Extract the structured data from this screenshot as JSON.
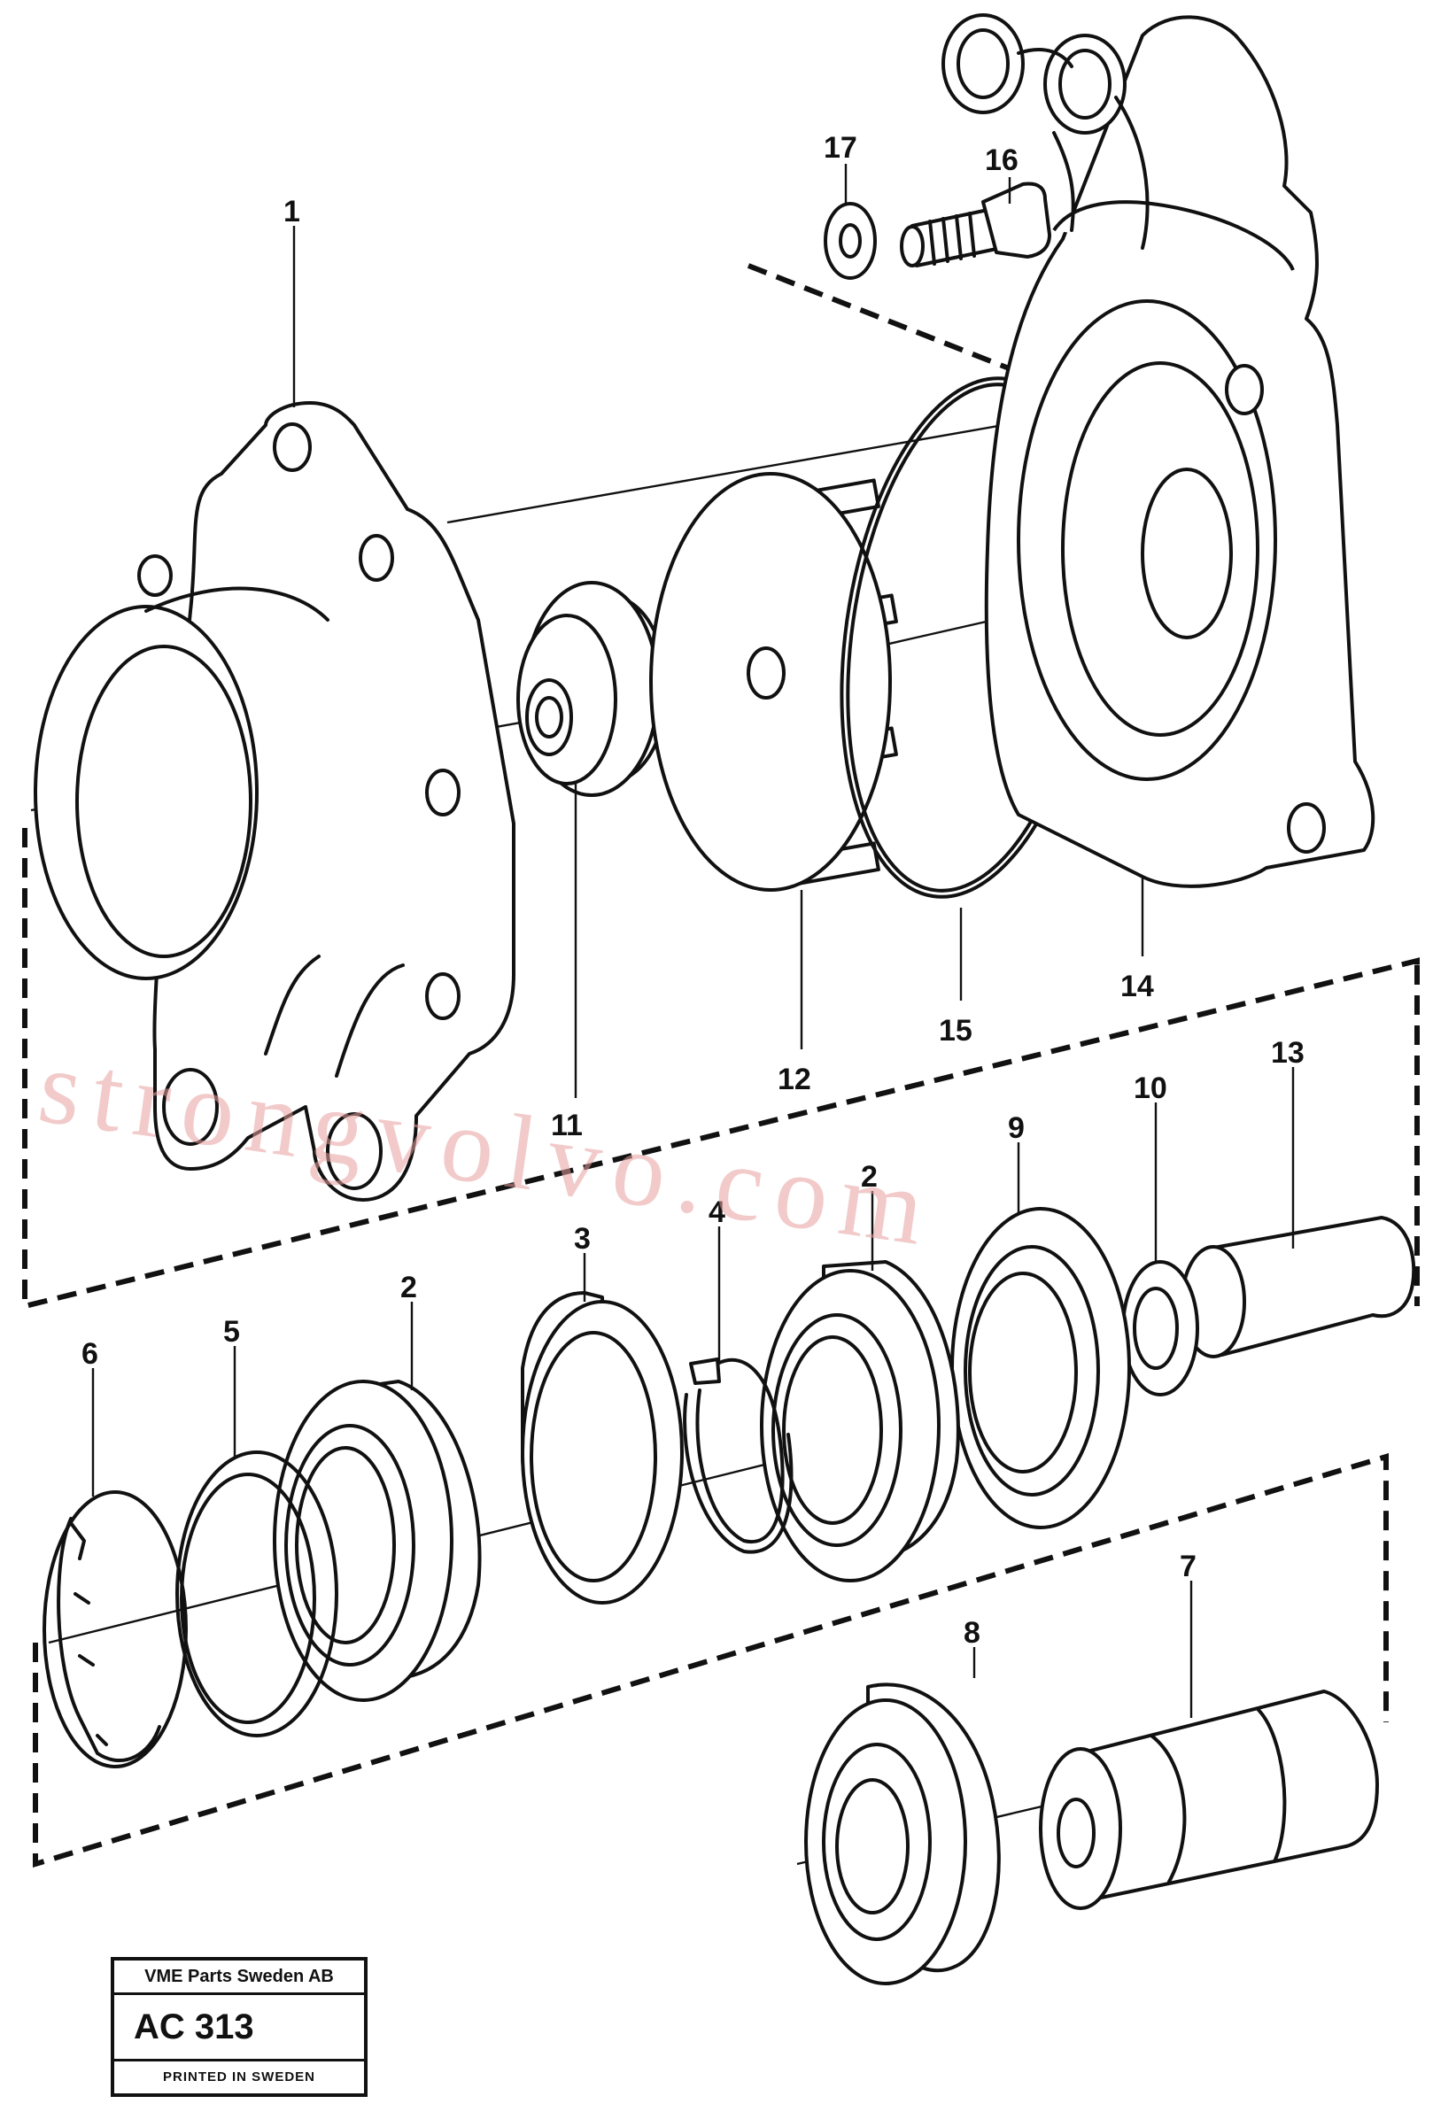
{
  "labels": {
    "n1": "1",
    "n2a": "2",
    "n2b": "2",
    "n3": "3",
    "n4": "4",
    "n5": "5",
    "n6": "6",
    "n7": "7",
    "n8": "8",
    "n9": "9",
    "n10": "10",
    "n11": "11",
    "n12": "12",
    "n13": "13",
    "n14": "14",
    "n15": "15",
    "n16": "16",
    "n17": "17"
  },
  "watermark": "strongvolvo.com",
  "title_block": {
    "company": "VME Parts Sweden AB",
    "code": "AC 313",
    "printed": "PRINTED IN SWEDEN"
  }
}
